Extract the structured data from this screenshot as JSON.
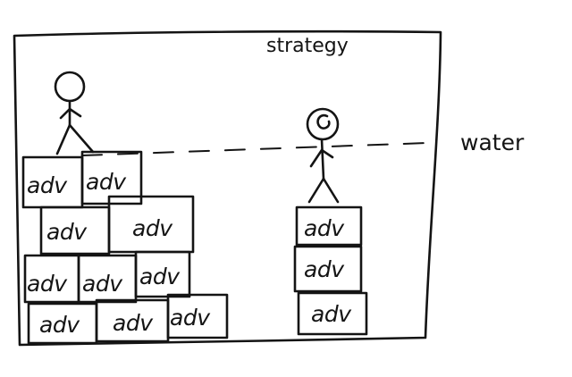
{
  "diagram": {
    "title": "strategy",
    "water_label": "water",
    "brick_label": "adv",
    "left_stack": {
      "rows": [
        2,
        2,
        3,
        3
      ]
    },
    "right_stack": {
      "rows": [
        1,
        1,
        1
      ]
    },
    "colors": {
      "ink": "#141414",
      "background": "#ffffff"
    }
  }
}
